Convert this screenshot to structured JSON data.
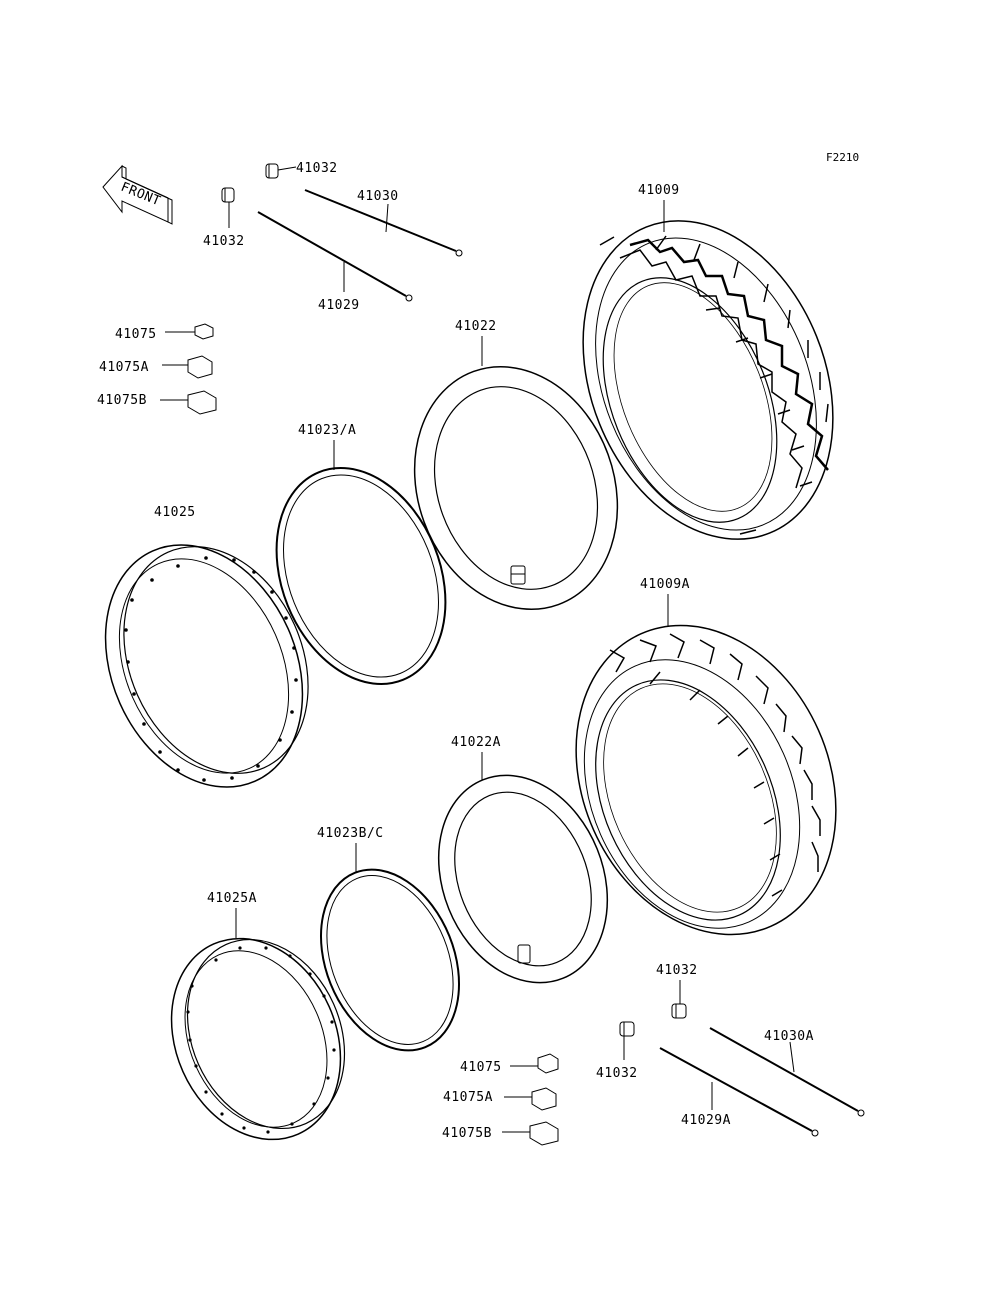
{
  "figure_code": "F2210",
  "front_label": "FRONT",
  "labels": {
    "p41032_a": "41032",
    "p41032_b": "41032",
    "p41030": "41030",
    "p41029": "41029",
    "p41009": "41009",
    "p41022": "41022",
    "p41075": "41075",
    "p41075A": "41075A",
    "p41075B": "41075B",
    "p41023A": "41023/A",
    "p41025": "41025",
    "p41009A": "41009A",
    "p41022A": "41022A",
    "p41023BC": "41023B/C",
    "p41025A": "41025A",
    "p41032_c": "41032",
    "p41032_d": "41032",
    "p41030A": "41030A",
    "p41029A": "41029A",
    "p41075_2": "41075",
    "p41075A_2": "41075A",
    "p41075B_2": "41075B"
  }
}
